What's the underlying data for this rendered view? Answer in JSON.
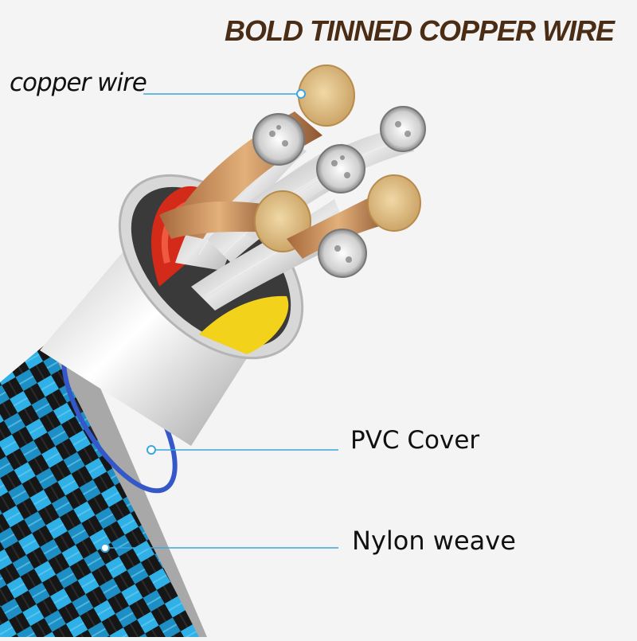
{
  "title": "BOLD TINNED COPPER WIRE",
  "labels": {
    "copper_wire": "copper wire",
    "pvc_cover": "PVC Cover",
    "nylon_weave": "Nylon weave"
  },
  "colors": {
    "background": "#f4f4f4",
    "title": "#4a2d14",
    "copper": "#e2c48a",
    "nylon_blue": "#2fb0e6",
    "nylon_black": "#151515",
    "pvc": "#eeeeee",
    "red_insulation": "#d42a1a",
    "yellow_insulation": "#f2d21a",
    "leader_line": "#3aa7e0"
  }
}
